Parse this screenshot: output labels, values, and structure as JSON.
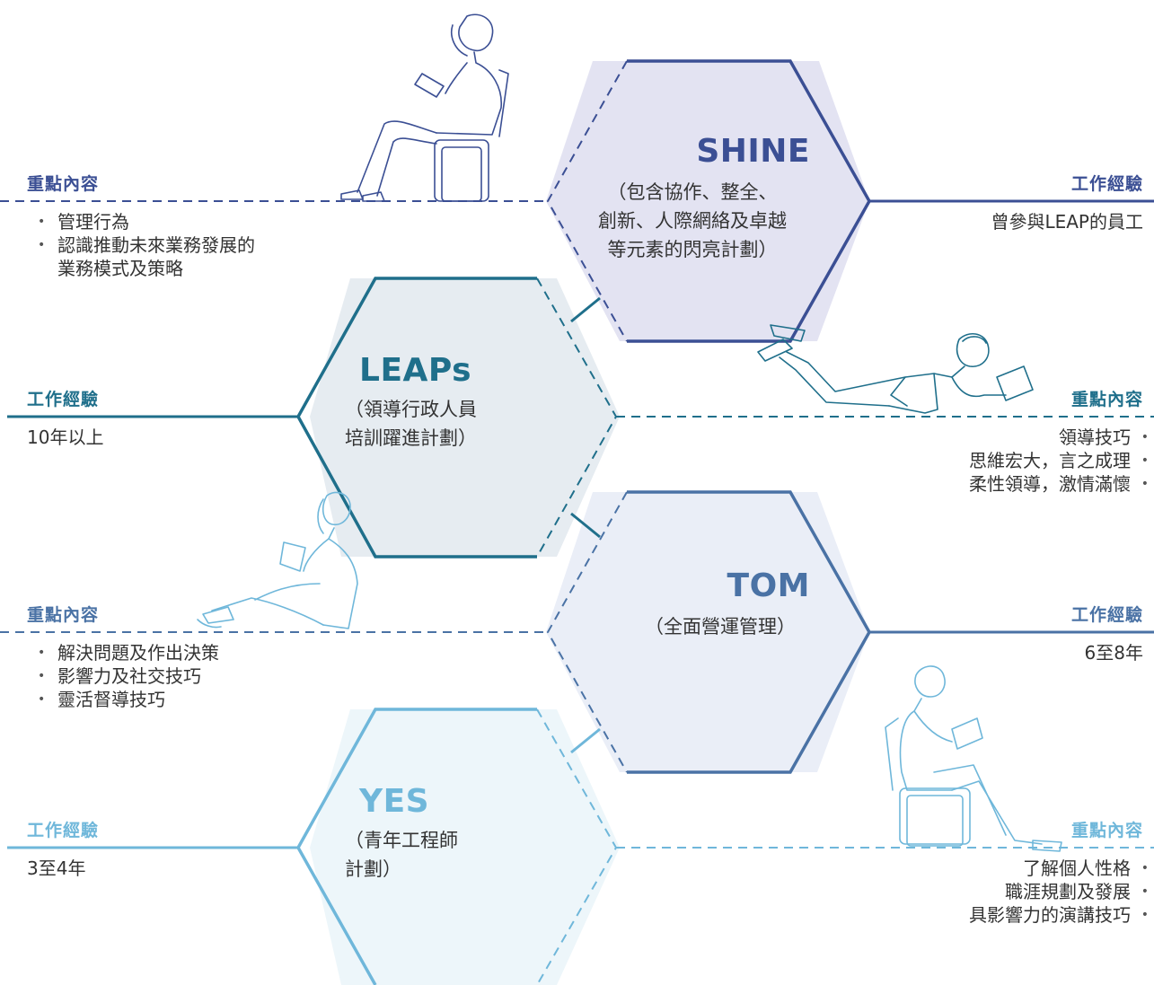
{
  "colors": {
    "shine": "#3b4f94",
    "leaps": "#1f6f8b",
    "tom": "#4a72a5",
    "yes": "#6fb7da",
    "shine_fill": "#e3e3f2",
    "leaps_fill": "#e6ecf1",
    "tom_fill": "#eaeef7",
    "yes_fill": "#edf6fa"
  },
  "programs": {
    "shine": {
      "title": "SHINE",
      "subtitle": "（包含協作、整全、\n創新、人際網絡及卓越\n等元素的閃亮計劃）",
      "experience_label": "工作經驗",
      "experience_value": "曾參與LEAP的員工",
      "focus_label": "重點內容",
      "focus_items": [
        "管理行為",
        "認識推動未來業務發展的",
        "業務模式及策略"
      ]
    },
    "leaps": {
      "title": "LEAPs",
      "subtitle": "（領導行政人員\n培訓躍進計劃）",
      "experience_label": "工作經驗",
      "experience_value": "10年以上",
      "focus_label": "重點內容",
      "focus_items": [
        "領導技巧",
        "思維宏大，言之成理",
        "柔性領導，激情滿懷"
      ]
    },
    "tom": {
      "title": "TOM",
      "subtitle": "（全面營運管理）",
      "experience_label": "工作經驗",
      "experience_value": "6至8年",
      "focus_label": "重點內容",
      "focus_items": [
        "解決問題及作出決策",
        "影響力及社交技巧",
        "靈活督導技巧"
      ]
    },
    "yes": {
      "title": "YES",
      "subtitle": "（青年工程師\n計劃）",
      "experience_label": "工作經驗",
      "experience_value": "3至4年",
      "focus_label": "重點內容",
      "focus_items": [
        "了解個人性格",
        "職涯規劃及發展",
        "具影響力的演講技巧"
      ]
    }
  },
  "illustrations": [
    "woman-reading-on-chair-icon",
    "man-lying-reading-icon",
    "woman-sitting-reading-icon",
    "man-reading-on-chair-icon"
  ]
}
